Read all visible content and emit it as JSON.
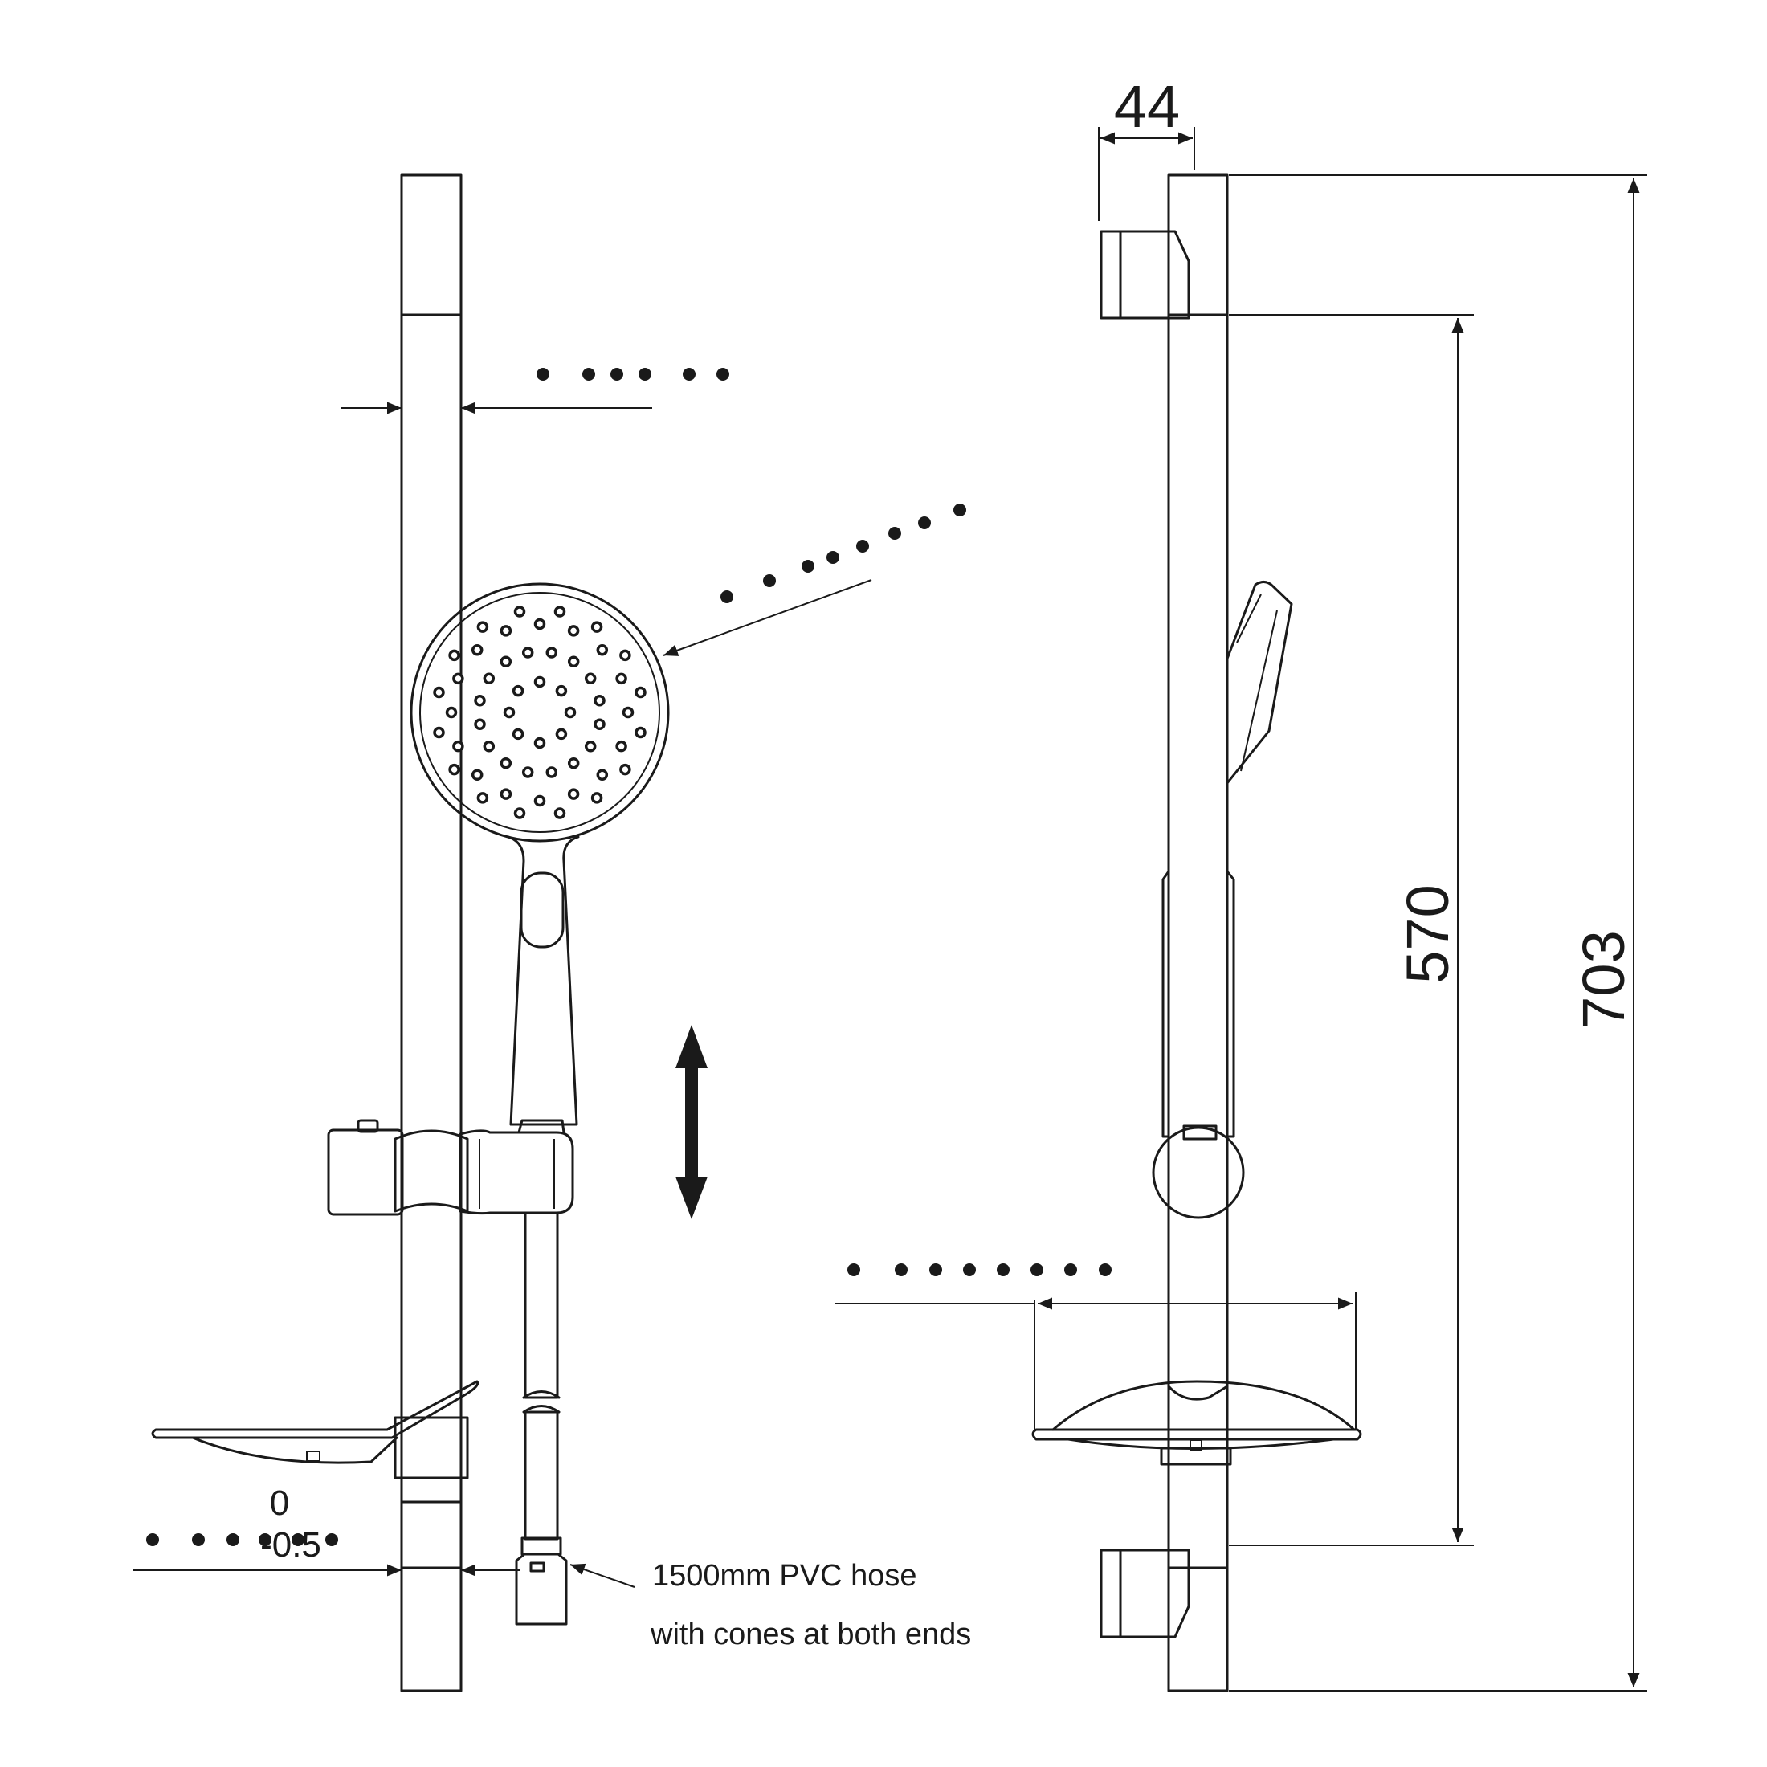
{
  "dimensions": {
    "top_width": "44",
    "hole_spacing": "570",
    "overall_height": "703",
    "tolerance_upper": "0",
    "tolerance_lower": "-0.5"
  },
  "hose_note": {
    "line1": "1500mm PVC hose",
    "line2": "with cones at both ends"
  },
  "adjust_arrow": "up-down-arrow-icon"
}
